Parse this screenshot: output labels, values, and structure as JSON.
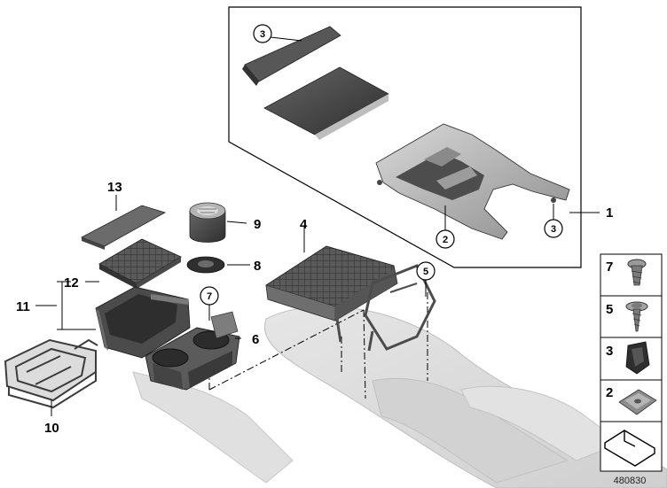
{
  "callouts": {
    "c1": "1",
    "c2": "2",
    "c3a": "3",
    "c3b": "3",
    "c4": "4",
    "c5": "5",
    "c6": "6",
    "c7": "7",
    "c8": "8",
    "c9": "9",
    "c10": "10",
    "c11": "11",
    "c12": "12",
    "c13": "13"
  },
  "legend": {
    "items": [
      "7",
      "5",
      "3",
      "2"
    ]
  },
  "document_number": "480830",
  "colors": {
    "part_dark": "#4a4a4a",
    "part_mid": "#7a7a7a",
    "part_light": "#c8c8c8",
    "ghost": "#dcdcdc",
    "outline": "#000000"
  }
}
